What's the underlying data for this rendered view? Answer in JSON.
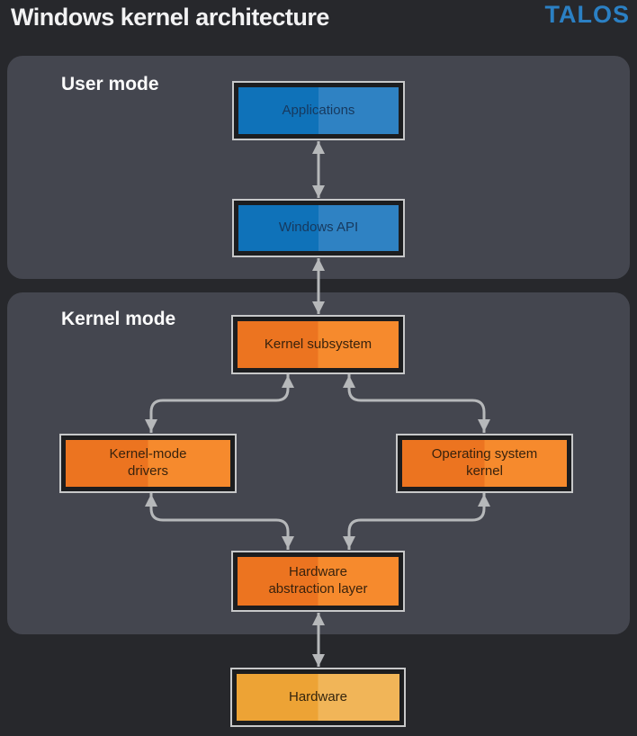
{
  "header": {
    "title": "Windows kernel architecture",
    "brand": "TALOS"
  },
  "sections": {
    "user_mode": {
      "label": "User mode"
    },
    "kernel_mode": {
      "label": "Kernel mode"
    }
  },
  "nodes": [
    {
      "id": "applications",
      "label": "Applications",
      "section": "user_mode",
      "palette": "blue"
    },
    {
      "id": "windows-api",
      "label": "Windows API",
      "section": "user_mode",
      "palette": "blue"
    },
    {
      "id": "kernel-subsystem",
      "label": "Kernel subsystem",
      "section": "kernel_mode",
      "palette": "orange"
    },
    {
      "id": "kernel-mode-drivers",
      "label": "Kernel-mode drivers",
      "section": "kernel_mode",
      "palette": "orange"
    },
    {
      "id": "operating-system-kernel",
      "label": "Operating system kernel",
      "section": "kernel_mode",
      "palette": "orange"
    },
    {
      "id": "hardware-abstraction-layer",
      "label": "Hardware abstraction layer",
      "section": "kernel_mode",
      "palette": "orange"
    },
    {
      "id": "hardware",
      "label": "Hardware",
      "section": "outside",
      "palette": "amber"
    }
  ],
  "edges": [
    {
      "from": "applications",
      "to": "windows-api",
      "bidirectional": true
    },
    {
      "from": "windows-api",
      "to": "kernel-subsystem",
      "bidirectional": true
    },
    {
      "from": "kernel-subsystem",
      "to": "kernel-mode-drivers",
      "bidirectional": true
    },
    {
      "from": "kernel-subsystem",
      "to": "operating-system-kernel",
      "bidirectional": true
    },
    {
      "from": "kernel-mode-drivers",
      "to": "hardware-abstraction-layer",
      "bidirectional": true
    },
    {
      "from": "operating-system-kernel",
      "to": "hardware-abstraction-layer",
      "bidirectional": true
    },
    {
      "from": "hardware-abstraction-layer",
      "to": "hardware",
      "bidirectional": true
    }
  ],
  "colors": {
    "page_bg": "#27282c",
    "panel_bg": "#44464f",
    "frame_border": "#c7c8c9",
    "frame_gap": "#1c1d1f",
    "blue_left": "#0f72b9",
    "blue_right": "#2f82c3",
    "blue_text": "#17395e",
    "orange_left": "#ec7420",
    "orange_right": "#f68a2d",
    "orange_text": "#38220d",
    "amber_left": "#eda335",
    "amber_right": "#f1b558",
    "amber_text": "#35250e",
    "arrow": "#b6b8ba",
    "brand_blue": "#2b80c4",
    "title_text": "#f2f2f3"
  }
}
